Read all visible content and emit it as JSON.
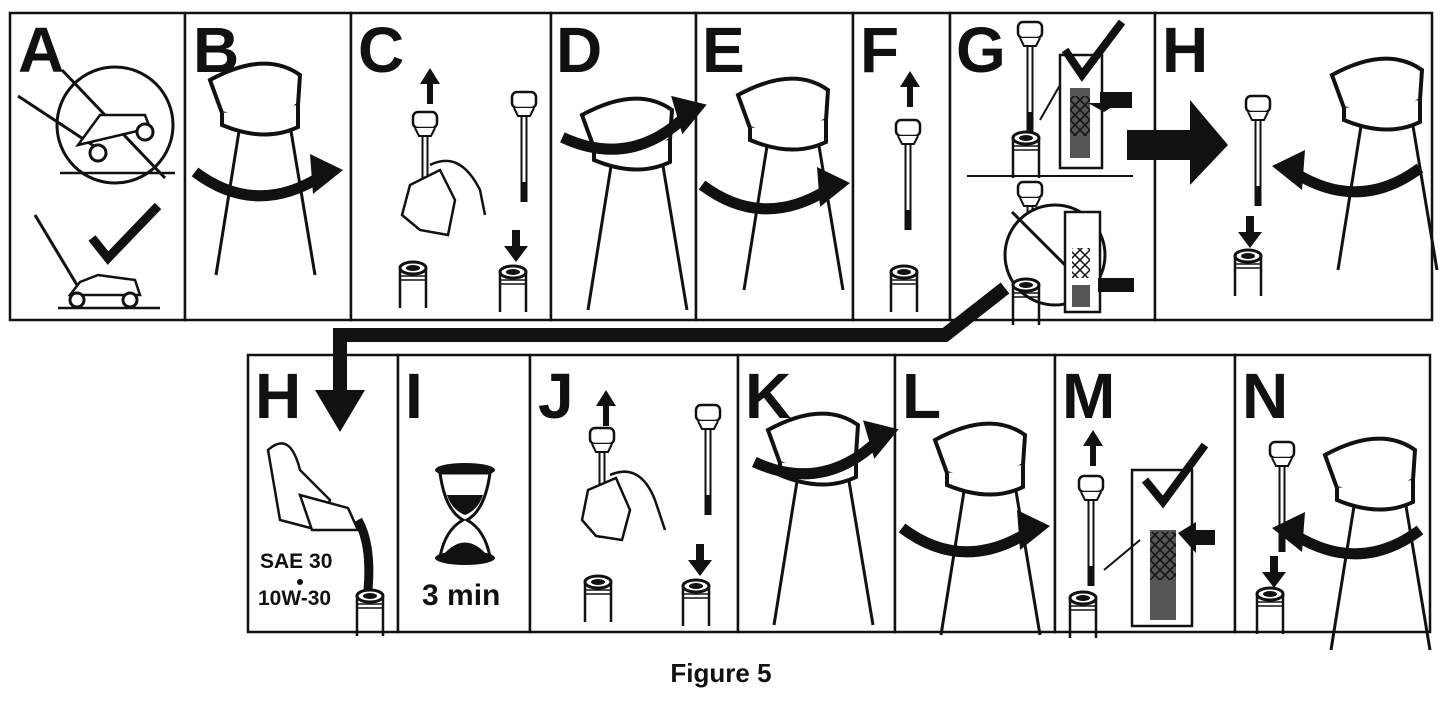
{
  "figure_caption": "Figure 5",
  "steps": {
    "A": "A",
    "B": "B",
    "C": "C",
    "D": "D",
    "E": "E",
    "F": "F",
    "G": "G",
    "H_top": "H",
    "H_bottom": "H",
    "I": "I",
    "J": "J",
    "K": "K",
    "L": "L",
    "M": "M",
    "N": "N"
  },
  "oil_grades": [
    "SAE 30",
    "10W-30"
  ],
  "wait_time": "3 min",
  "colors": {
    "ink": "#111111",
    "background": "#ffffff",
    "gauge_fill": "#555555"
  }
}
